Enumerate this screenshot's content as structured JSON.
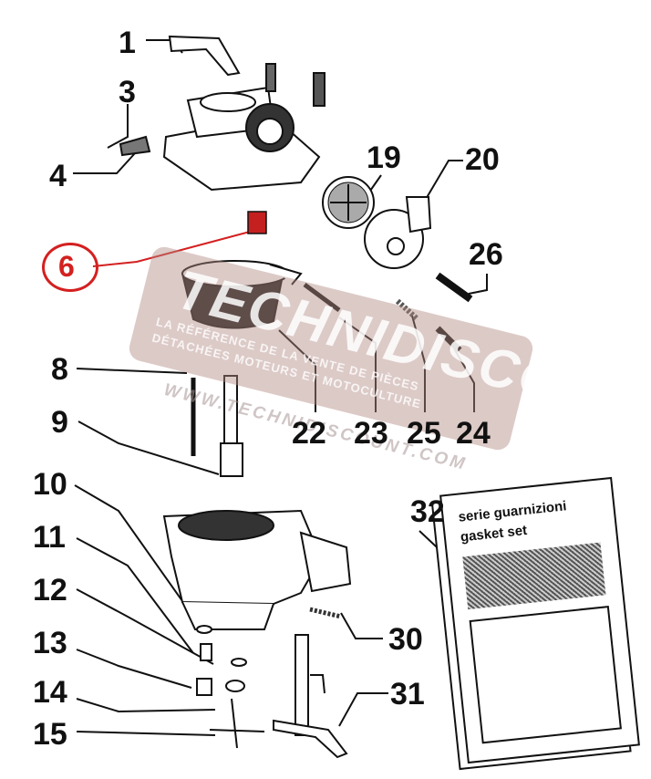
{
  "callouts": {
    "n1": "1",
    "n3": "3",
    "n4": "4",
    "n6": "6",
    "n8": "8",
    "n9": "9",
    "n10": "10",
    "n11": "11",
    "n12": "12",
    "n13": "13",
    "n14": "14",
    "n15": "15",
    "n19": "19",
    "n20": "20",
    "n22": "22",
    "n23": "23",
    "n24": "24",
    "n25": "25",
    "n26": "26",
    "n30": "30",
    "n31": "31",
    "n32": "32"
  },
  "gasket_box": {
    "line1": "serie guarnizioni",
    "line2": "gasket set"
  },
  "watermark": {
    "title": "TECHNIDISCOUNT",
    "sub1": "LA RÉFÉRENCE DE LA VENTE DE PIÈCES",
    "sub2": "DÉTACHÉES MOTEURS ET MOTOCULTURE",
    "url": "WWW.TECHNIDISCOUNT.COM"
  },
  "highlight_color": "#d42020"
}
